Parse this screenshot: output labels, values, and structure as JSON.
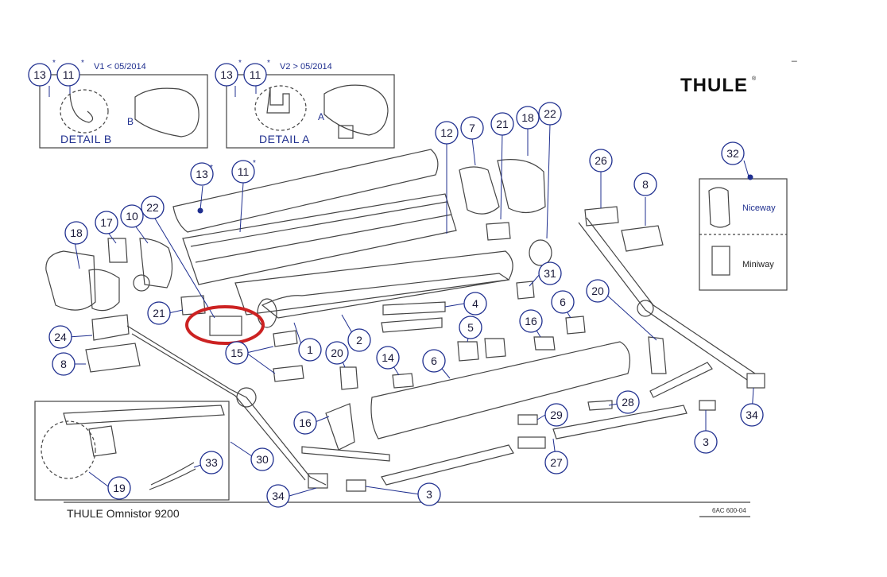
{
  "brand": {
    "logo": "THULE",
    "tm": "®"
  },
  "title": "THULE Omnistor 9200",
  "drawing_code": "6AC 600-04",
  "corner_mark": "_",
  "detail_b": {
    "version": "V1 < 05/2014",
    "caption": "DETAIL B",
    "marker": "B",
    "callouts": [
      "13",
      "11"
    ]
  },
  "detail_a": {
    "version": "V2 > 05/2014",
    "caption": "DETAIL A",
    "marker": "A",
    "callouts": [
      "13",
      "11"
    ]
  },
  "star": "*",
  "remote_box": {
    "callout": "32",
    "upper_label": "Niceway",
    "lower_label": "Miniway"
  },
  "callouts": [
    "13",
    "11",
    "12",
    "7",
    "21",
    "18",
    "22",
    "26",
    "8",
    "32",
    "18",
    "17",
    "10",
    "22",
    "21",
    "24",
    "8",
    "15",
    "1",
    "2",
    "4",
    "5",
    "6",
    "16",
    "14",
    "20",
    "6",
    "16",
    "20",
    "29",
    "28",
    "27",
    "3",
    "34",
    "30",
    "33",
    "19",
    "34",
    "3",
    "31"
  ],
  "highlight": {
    "part": "22",
    "color": "#cc2222"
  },
  "colors": {
    "callout": "#1f2f8f",
    "line": "#444444",
    "highlight": "#cc2222"
  }
}
